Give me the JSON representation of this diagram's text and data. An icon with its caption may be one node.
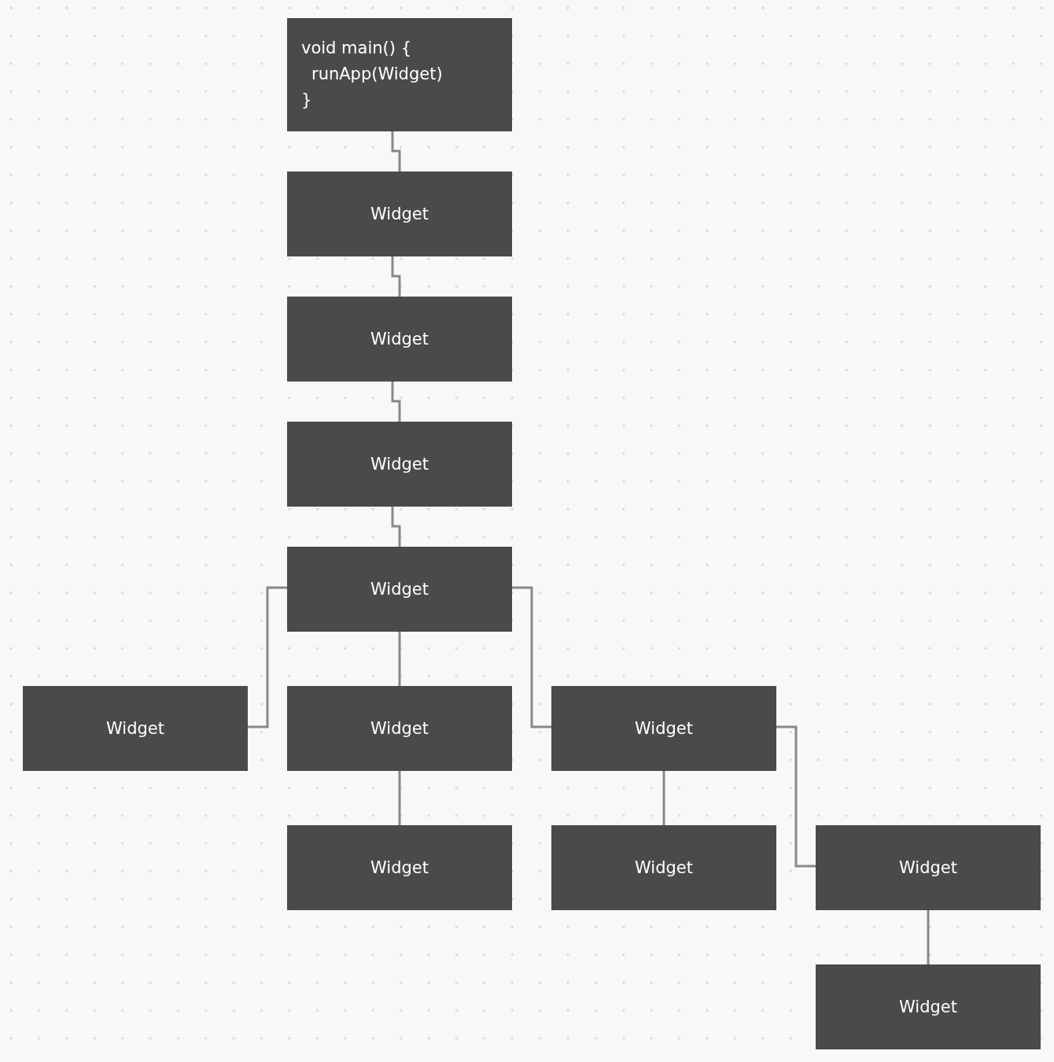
{
  "diagram": {
    "nodes": [
      {
        "text": [
          "void main() {",
          "runApp(Widget)",
          "}"
        ]
      },
      {
        "text": [
          "Widget"
        ]
      },
      {
        "text": [
          "Widget"
        ]
      },
      {
        "text": [
          "Widget"
        ]
      },
      {
        "text": [
          "Widget"
        ]
      },
      {
        "text": [
          "Widget"
        ]
      },
      {
        "text": [
          "Widget"
        ]
      },
      {
        "text": [
          "Widget"
        ]
      },
      {
        "text": [
          "Widget"
        ]
      },
      {
        "text": [
          "Widget"
        ]
      },
      {
        "text": [
          "Widget"
        ]
      },
      {
        "text": [
          "Widget"
        ]
      }
    ],
    "edges": [
      {
        "from": 0,
        "to": 1,
        "arrow": "none"
      },
      {
        "from": 1,
        "to": 2,
        "arrow": "none"
      },
      {
        "from": 2,
        "to": 3,
        "arrow": "none"
      },
      {
        "from": 3,
        "to": 4,
        "arrow": "none"
      },
      {
        "from": 4,
        "to": 5,
        "arrow": "none"
      },
      {
        "from": 4,
        "to": 6,
        "arrow": "none"
      },
      {
        "from": 4,
        "to": 7,
        "arrow": "none"
      },
      {
        "from": 6,
        "to": 8,
        "arrow": "none"
      },
      {
        "from": 7,
        "to": 9,
        "arrow": "none"
      },
      {
        "from": 7,
        "to": 10,
        "arrow": "none"
      },
      {
        "from": 10,
        "to": 11,
        "arrow": "none"
      }
    ]
  }
}
